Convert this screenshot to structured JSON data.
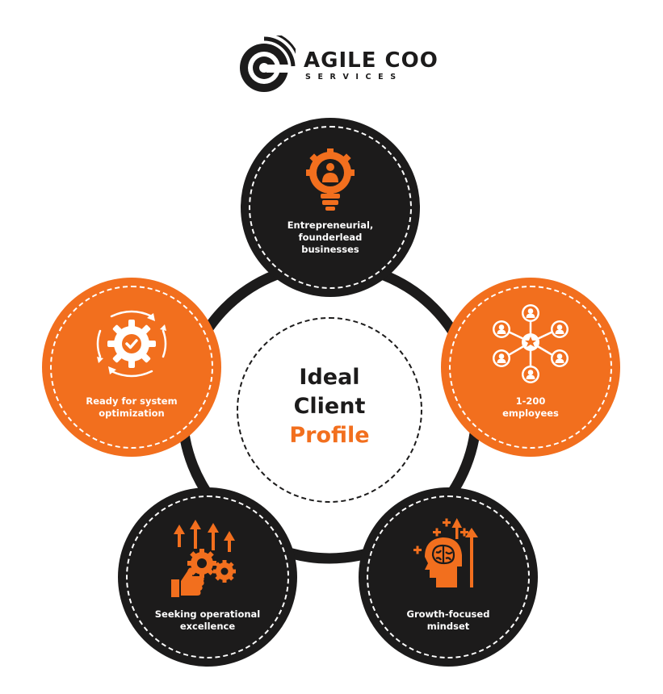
{
  "logo": {
    "title": "AGILE COO",
    "subtitle": "SERVICES"
  },
  "center": {
    "line1": "Ideal",
    "line2": "Client",
    "line3": "Profile"
  },
  "colors": {
    "dark": "#1c1b1b",
    "accent": "#f26f1e",
    "background": "#ffffff"
  },
  "nodes": [
    {
      "icon": "lightbulb-gear-person-icon",
      "lines": [
        "Entrepreneurial,",
        "founderlead",
        "businesses"
      ]
    },
    {
      "icon": "network-people-star-icon",
      "lines": [
        "1-200",
        "employees"
      ]
    },
    {
      "icon": "head-brain-arrows-icon",
      "lines": [
        "Growth-focused",
        "mindset"
      ]
    },
    {
      "icon": "gears-thumbs-up-arrows-icon",
      "lines": [
        "Seeking operational",
        "excellence"
      ]
    },
    {
      "icon": "gear-check-cycle-icon",
      "lines": [
        "Ready for system",
        "optimization"
      ]
    }
  ]
}
